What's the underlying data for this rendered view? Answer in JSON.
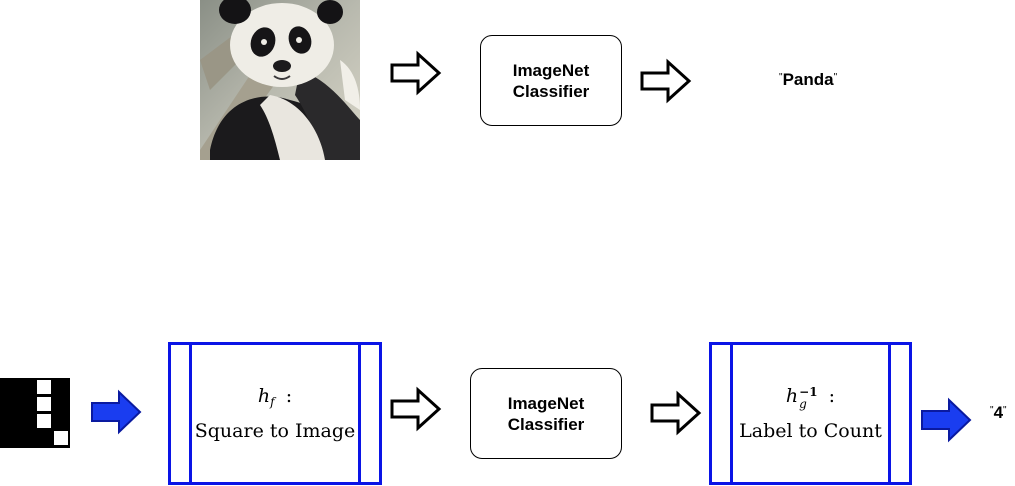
{
  "top_row": {
    "classifier_label_line1": "ImageNet",
    "classifier_label_line2": "Classifier",
    "output_quote_open": "\"",
    "output_text": "Panda",
    "output_quote_close": "\""
  },
  "bottom_row": {
    "hf_symbol": "h",
    "hf_subscript": "f",
    "hf_colon": ":",
    "hf_description": "Square to Image",
    "classifier_label_line1": "ImageNet",
    "classifier_label_line2": "Classifier",
    "hg_symbol": "h",
    "hg_subscript": "g",
    "hg_superscript": "−1",
    "hg_colon": ":",
    "hg_description": "Label to Count",
    "output_quote_open": "\"",
    "output_text": "4",
    "output_quote_close": "\""
  },
  "colors": {
    "function_border": "#0a14e6",
    "blue_arrow": "#1a3df0"
  },
  "icons": [
    "panda-photo",
    "outline-arrow-icon",
    "blue-arrow-icon",
    "square-grid-image"
  ]
}
